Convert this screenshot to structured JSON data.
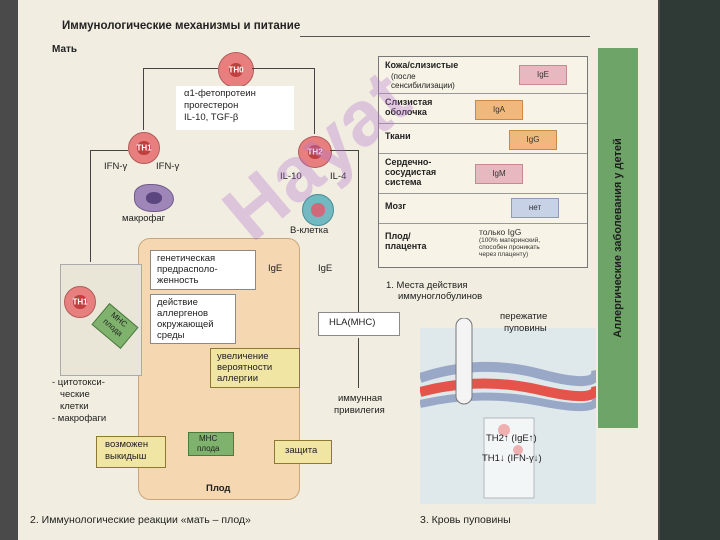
{
  "header": {
    "title": "Иммунологические механизмы и питание"
  },
  "side_tab": {
    "label": "Аллергические заболевания у детей"
  },
  "fig2": {
    "mother_label": "Мать",
    "th0": "TH0",
    "th1": "TH1",
    "th2": "TH2",
    "th1_fetal": "TH1",
    "info_box": [
      "α1-фетопротеин",
      "прогестерон",
      "IL-10, TGF-β"
    ],
    "ifn_left": "IFN-γ",
    "ifn_right": "IFN-γ",
    "il10": "IL-10",
    "il4": "IL-4",
    "macrophage": "макрофаг",
    "b_cell": "В-клетка",
    "genetic": [
      "генетическая",
      "предрасполо-",
      "женность"
    ],
    "allergen": [
      "действие",
      "аллергенов",
      "окружающей",
      "среды"
    ],
    "ige_inner": "IgE",
    "ige_outer": "IgE",
    "probability": [
      "увеличение",
      "вероятности",
      "аллергии"
    ],
    "hla": "HLA(MHC)",
    "mhc_fetal": [
      "MHC",
      "плода"
    ],
    "mhc_fetal2": [
      "MHC",
      "плода"
    ],
    "cytotoxic": [
      "- цитотокси-",
      "ческие",
      "клетки",
      "- макрофаги"
    ],
    "miscarriage": [
      "возможен",
      "выкидыш"
    ],
    "immune_privilege": [
      "иммунная",
      "привилегия"
    ],
    "protection": "защита",
    "fetus": "Плод",
    "caption": "2. Иммунологические реакции «мать – плод»"
  },
  "fig1": {
    "rows": [
      {
        "name": [
          "Кожа/слизистые",
          "(после",
          "сенсибилизации)"
        ],
        "ig": "IgE"
      },
      {
        "name": [
          "Слизистая",
          "оболочка"
        ],
        "ig": "IgA"
      },
      {
        "name": [
          "Ткани"
        ],
        "ig": "IgG"
      },
      {
        "name": [
          "Сердечно-",
          "сосудистая",
          "система"
        ],
        "ig": "IgM"
      },
      {
        "name": [
          "Мозг"
        ],
        "ig": "нет"
      },
      {
        "name": [
          "Плод/",
          "плацента"
        ],
        "ig": "только IgG",
        "note": [
          "(100% материнский,",
          "способен проникать",
          "через плаценту)"
        ]
      }
    ],
    "caption": [
      "1. Места действия",
      "иммуноглобулинов"
    ]
  },
  "fig3": {
    "clamp_label": [
      "пережатие",
      "пуповины"
    ],
    "th2_line": "TH2↑ (IgE↑)",
    "th1_line": "TH1↓ (IFN-γ↓)",
    "caption": "3. Кровь пуповины"
  },
  "watermark": "Hayat"
}
